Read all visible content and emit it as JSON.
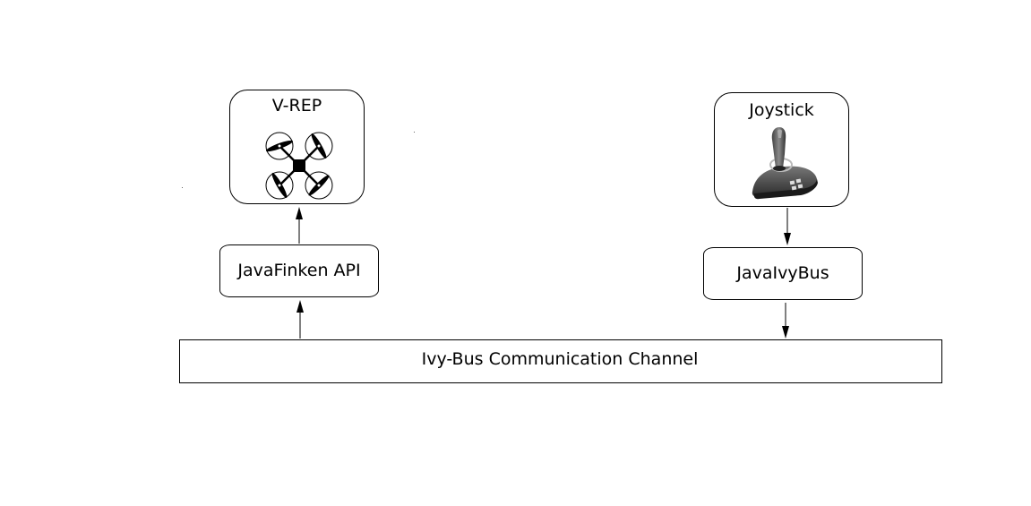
{
  "nodes": {
    "vrep": {
      "label": "V-REP",
      "icon": "quadcopter-icon"
    },
    "joystick": {
      "label": "Joystick",
      "icon": "joystick-icon"
    },
    "java_finken_api": {
      "label": "JavaFinken API"
    },
    "java_ivy_bus": {
      "label": "JavaIvyBus"
    },
    "ivy_bus_channel": {
      "label": "Ivy-Bus Communication Channel"
    }
  },
  "edges": [
    {
      "from": "ivy_bus_channel",
      "to": "java_finken_api"
    },
    {
      "from": "java_finken_api",
      "to": "vrep"
    },
    {
      "from": "joystick",
      "to": "java_ivy_bus"
    },
    {
      "from": "java_ivy_bus",
      "to": "ivy_bus_channel"
    }
  ]
}
